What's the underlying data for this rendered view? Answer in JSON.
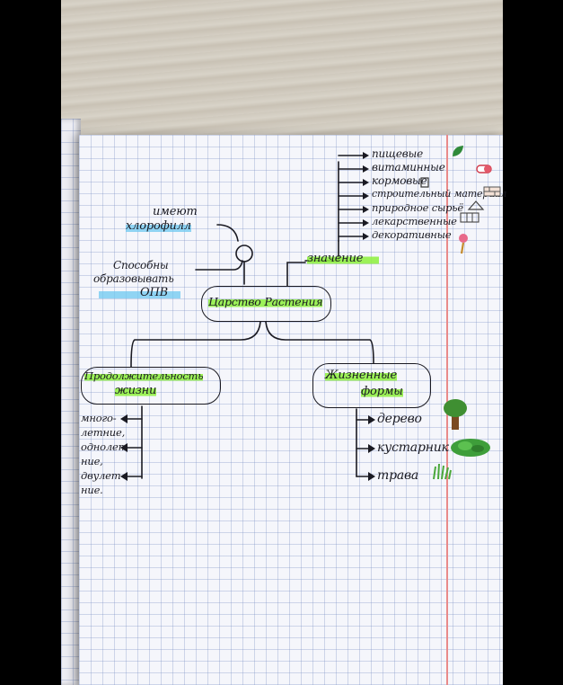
{
  "diagram": {
    "central": "Царство Растения",
    "left_notes": {
      "top_line1": "имеют",
      "top_line2": "хлорофилл",
      "bottom_line1": "Способны",
      "bottom_line2": "образовывать",
      "bottom_line3": "ОПВ"
    },
    "meaning": {
      "label": "значение",
      "items": [
        "пищевые",
        "витаминные",
        "кормовые",
        "строительный материал",
        "природное сырьё",
        "лекарственные",
        "декоративные"
      ]
    },
    "lifespan": {
      "line1": "Продолжительность",
      "line2": "жизни",
      "items": [
        "много-",
        "летние,",
        "однолет-",
        "ние,",
        "двулет-",
        "ние."
      ]
    },
    "life_forms": {
      "line1": "Жизненные",
      "line2": "формы",
      "items": [
        "дерево",
        "кустарник",
        "трава"
      ]
    }
  },
  "colors": {
    "highlight_green": "#8cf03c",
    "highlight_blue": "#6ec8f0",
    "margin_red": "#e98a8a",
    "ink": "#1a1a22"
  }
}
